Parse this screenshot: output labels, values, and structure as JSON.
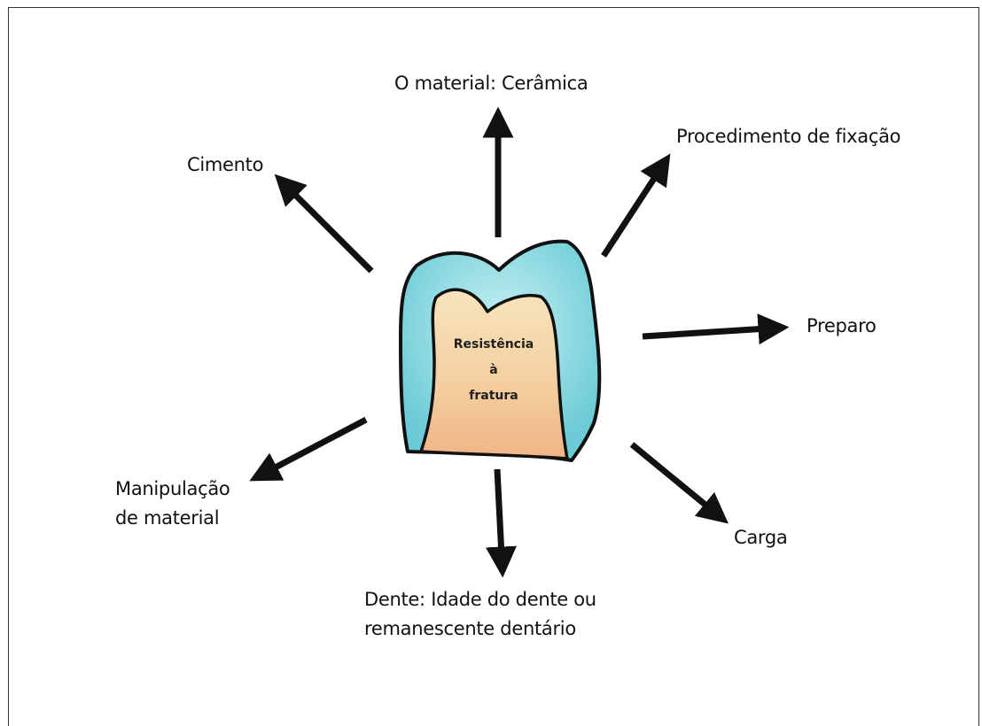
{
  "center": {
    "line1": "Resistência",
    "line2": "à",
    "line3": "fratura"
  },
  "factors": {
    "material": "O material: Cerâmica",
    "fixation": "Procedimento de fixação",
    "cement": "Cimento",
    "preparation": "Preparo",
    "manipulation_line1": "Manipulação",
    "manipulation_line2": "de material",
    "tooth_line1": "Dente: Idade do dente ou",
    "tooth_line2": "remanescente dentário",
    "load": "Carga"
  },
  "colors": {
    "enamel": "#7fd3dc",
    "enamel_light": "#bfeef1",
    "dentin": "#f6dfb0",
    "dentin_core": "#f0b98a",
    "outline": "#111111",
    "arrow": "#111111"
  }
}
